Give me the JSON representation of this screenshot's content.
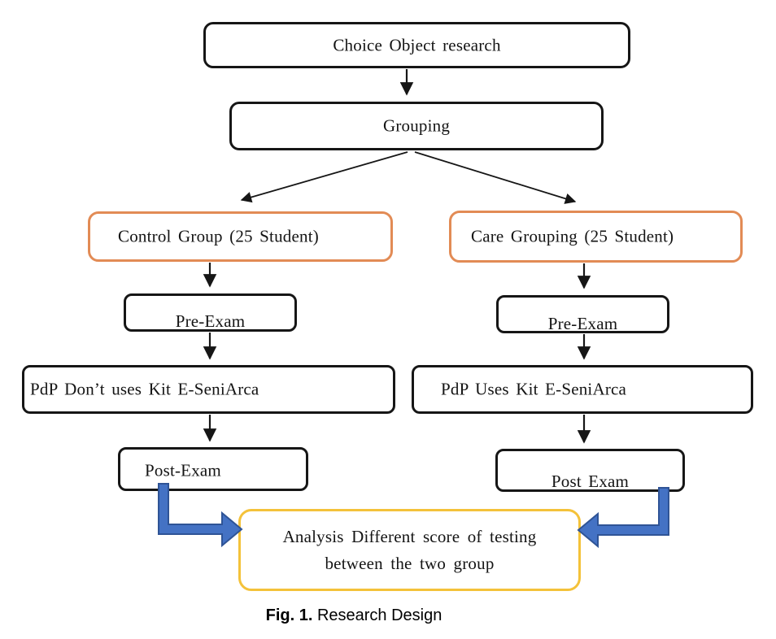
{
  "nodes": {
    "choice": {
      "label": "Choice Object research"
    },
    "grouping": {
      "label": "Grouping"
    },
    "control": {
      "label": "Control Group (25 Student)"
    },
    "care": {
      "label": "Care Grouping (25 Student)"
    },
    "pre_exam_left": {
      "label": "Pre-Exam"
    },
    "pre_exam_right": {
      "label": "Pre-Exam"
    },
    "pdp_left": {
      "label": "PdP Don’t uses Kit E-SeniArca"
    },
    "pdp_right": {
      "label": "PdP Uses Kit E-SeniArca"
    },
    "post_exam_left": {
      "label": "Post-Exam"
    },
    "post_exam_right": {
      "label": "Post Exam"
    },
    "analysis": {
      "label_line1": "Analysis Different score of testing",
      "label_line2": "between the two group"
    }
  },
  "caption": {
    "prefix": "Fig. 1.",
    "text": " Research Design"
  },
  "colors": {
    "ink": "#161616",
    "orange": "#e28b55",
    "gold": "#f4c23a",
    "blue": "#4472c4",
    "blue_edge": "#2f5496"
  }
}
